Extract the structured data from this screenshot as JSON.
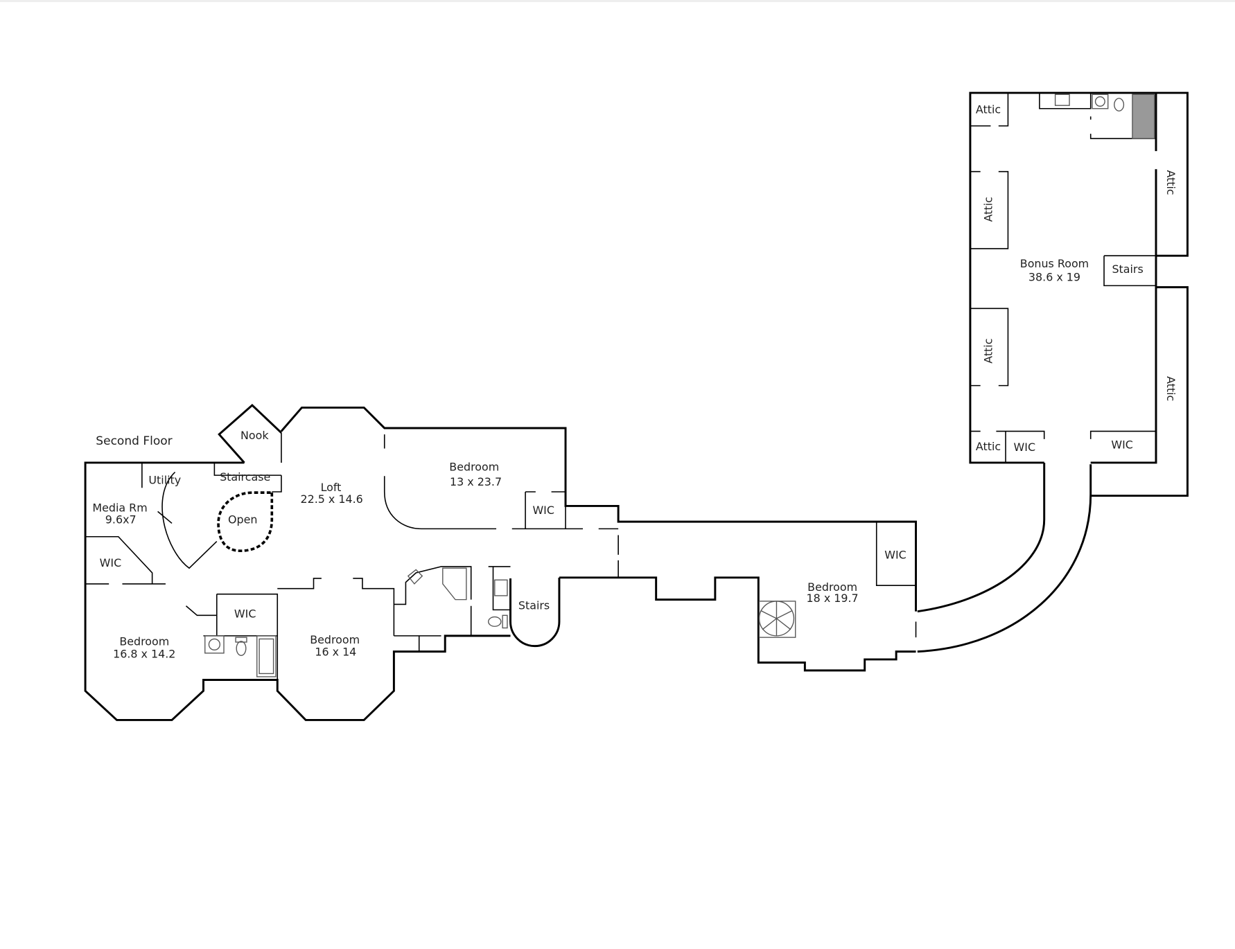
{
  "title": "Second Floor",
  "rooms": {
    "nook": "Nook",
    "utility": "Utility",
    "staircase": "Staircase",
    "media_name": "Media Rm",
    "media_dim": "9.6x7",
    "open": "Open",
    "loft_name": "Loft",
    "loft_dim": "22.5 x 14.6",
    "bed1_name": "Bedroom",
    "bed1_dim": "13 x 23.7",
    "wic1": "WIC",
    "wic_media": "WIC",
    "wic_center": "WIC",
    "bed2_name": "Bedroom",
    "bed2_dim": "16.8 x 14.2",
    "bed3_name": "Bedroom",
    "bed3_dim": "16 x 14",
    "stairs_main": "Stairs",
    "bed4_name": "Bedroom",
    "bed4_dim": "18 x 19.7",
    "wic_bed4": "WIC",
    "bonus_name": "Bonus Room",
    "bonus_dim": "38.6 x 19",
    "bonus_stairs": "Stairs",
    "attic_tl": "Attic",
    "attic_l1": "Attic",
    "attic_l2": "Attic",
    "attic_bl": "Attic",
    "attic_r1": "Attic",
    "attic_r2": "Attic",
    "wic_bonus_l": "WIC",
    "wic_bonus_r": "WIC"
  }
}
